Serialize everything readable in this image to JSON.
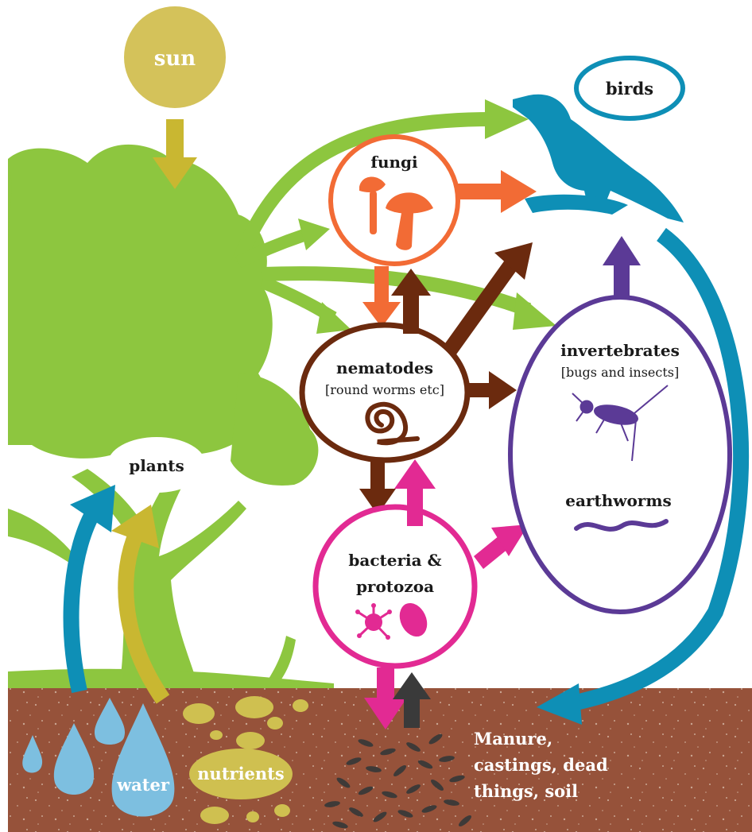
{
  "nodes": {
    "sun": "sun",
    "birds": "birds",
    "fungi": "fungi",
    "nematodes": "nematodes",
    "nematodes_sub": "[round worms etc]",
    "invertebrates": "invertebrates",
    "invertebrates_sub": "[bugs and insects]",
    "earthworms": "earthworms",
    "plants": "plants",
    "bacteria_line1": "bacteria &",
    "bacteria_line2": "protozoa",
    "water": "water",
    "nutrients": "nutrients",
    "soil_line1": "Manure,",
    "soil_line2": "castings, dead",
    "soil_line3": "things, soil"
  },
  "colors": {
    "sun": "#d4c25a",
    "sun_arrow": "#c9b731",
    "tree": "#8dc63f",
    "fungi": "#f26b35",
    "nematodes": "#6b2a0e",
    "invertebrates": "#5b3a96",
    "bacteria": "#e22a93",
    "birds": "#0e8fb6",
    "soil": "#96523a",
    "water": "#7dbfe0",
    "nutrients": "#cfc050",
    "seeds": "#3e3a38",
    "soil_arrow": "#3a3a3a"
  }
}
